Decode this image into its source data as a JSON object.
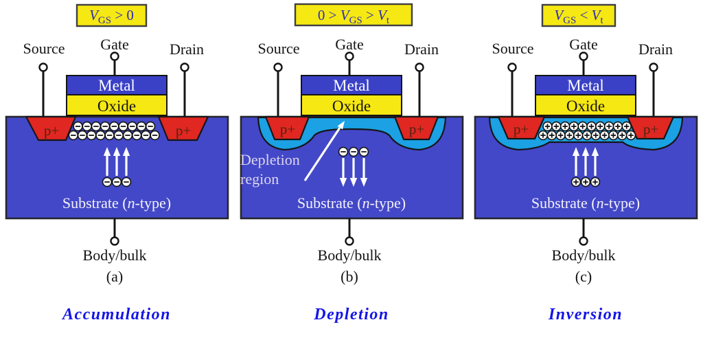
{
  "colors": {
    "substrate": "#4348c8",
    "metal": "#3a41c6",
    "oxide": "#f6e813",
    "pplus": "#e02722",
    "depletion": "#1ba1e4",
    "cond-text": "#2d2db2",
    "caption": "#1414e8"
  },
  "panels": [
    {
      "id": "a",
      "condition_parts": [
        "V",
        "GS",
        " > 0"
      ],
      "source": "Source",
      "gate": "Gate",
      "drain": "Drain",
      "metal": "Metal",
      "oxide": "Oxide",
      "p_left": "p+",
      "p_right": "p+",
      "substrate_parts": [
        "Substrate (",
        "n",
        "-type)"
      ],
      "body": "Body/bulk",
      "index": "(a)",
      "caption": "Accumulation",
      "channel_charges": {
        "type": "electron",
        "rows": [
          9,
          10
        ]
      },
      "bulk_charges": {
        "type": "electron",
        "count": 3,
        "arrow_dir": "up"
      }
    },
    {
      "id": "b",
      "condition_parts": [
        "0 > ",
        "V",
        "GS",
        " > ",
        "V",
        "t"
      ],
      "source": "Source",
      "gate": "Gate",
      "drain": "Drain",
      "metal": "Metal",
      "oxide": "Oxide",
      "p_left": "p+",
      "p_right": "p+",
      "substrate_parts": [
        "Substrate (",
        "n",
        "-type)"
      ],
      "body": "Body/bulk",
      "index": "(b)",
      "caption": "Depletion",
      "depletion_label_lines": [
        "Depletion",
        "region"
      ],
      "bulk_charges": {
        "type": "electron",
        "count": 3,
        "arrow_dir": "down"
      }
    },
    {
      "id": "c",
      "condition_parts": [
        "V",
        "GS",
        " < ",
        "V",
        "t"
      ],
      "source": "Source",
      "gate": "Gate",
      "drain": "Drain",
      "metal": "Metal",
      "oxide": "Oxide",
      "p_left": "p+",
      "p_right": "p+",
      "substrate_parts": [
        "Substrate (",
        "n",
        "-type)"
      ],
      "body": "Body/bulk",
      "index": "(c)",
      "caption": "Inversion",
      "channel_charges": {
        "type": "hole",
        "rows": [
          10,
          11
        ]
      },
      "bulk_charges": {
        "type": "hole",
        "count": 3,
        "arrow_dir": "up"
      }
    }
  ]
}
